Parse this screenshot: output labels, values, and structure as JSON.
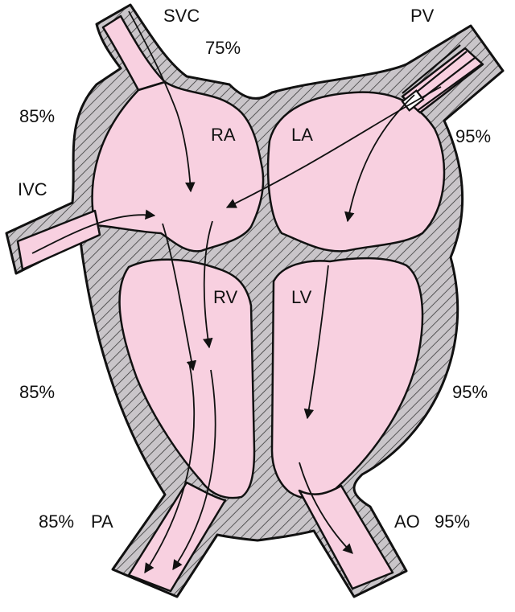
{
  "colors": {
    "blood": "#f8d0e0",
    "wall": "#c9c5c9",
    "outline": "#111111",
    "background": "#ffffff"
  },
  "labels": {
    "svc": "SVC",
    "pv": "PV",
    "ivc": "IVC",
    "ra": "RA",
    "la": "LA",
    "rv": "RV",
    "lv": "LV",
    "pa": "PA",
    "ao": "AO"
  },
  "saturations": {
    "svc": "75%",
    "right_upper": "85%",
    "right_middle": "85%",
    "pa": "85%",
    "pv": "95%",
    "left_middle": "95%",
    "ao": "95%"
  }
}
